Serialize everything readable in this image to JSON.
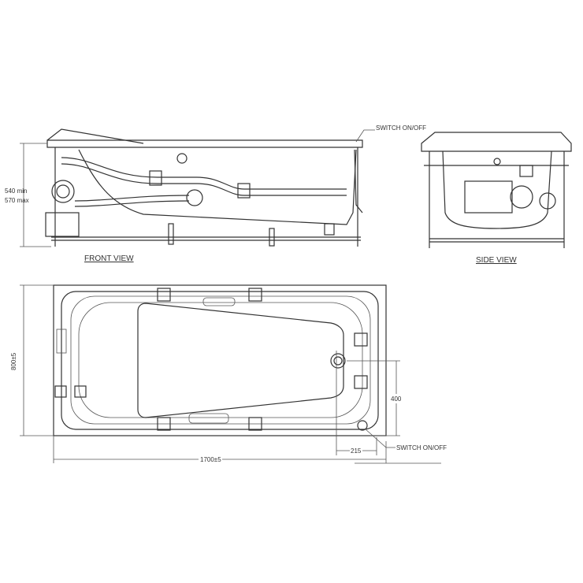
{
  "front_view": {
    "label": "FRONT VIEW",
    "height_min": "540  min",
    "height_max": "570  max",
    "switch_label": "SWITCH ON/OFF"
  },
  "side_view": {
    "label": "SIDE VIEW"
  },
  "top_view": {
    "width_dim": "800±5",
    "length_dim": "1700±5",
    "dim_400": "400",
    "dim_215": "215",
    "switch_label": "SWITCH ON/OFF"
  }
}
